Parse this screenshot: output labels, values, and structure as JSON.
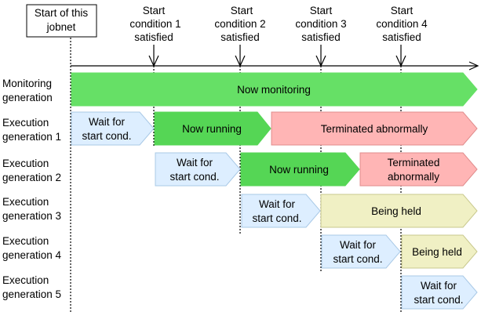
{
  "jobnet_start": {
    "line1": "Start of this",
    "line2": "jobnet"
  },
  "conditions": [
    {
      "line1": "Start",
      "line2": "condition 1",
      "line3": "satisfied"
    },
    {
      "line1": "Start",
      "line2": "condition 2",
      "line3": "satisfied"
    },
    {
      "line1": "Start",
      "line2": "condition 3",
      "line3": "satisfied"
    },
    {
      "line1": "Start",
      "line2": "condition 4",
      "line3": "satisfied"
    }
  ],
  "rows": [
    {
      "line1": "Monitoring",
      "line2": "generation"
    },
    {
      "line1": "Execution",
      "line2": "generation 1"
    },
    {
      "line1": "Execution",
      "line2": "generation 2"
    },
    {
      "line1": "Execution",
      "line2": "generation 3"
    },
    {
      "line1": "Execution",
      "line2": "generation 4"
    },
    {
      "line1": "Execution",
      "line2": "generation 5"
    }
  ],
  "states": {
    "now_monitoring": "Now monitoring",
    "wait_line1": "Wait for",
    "wait_line2": "start cond.",
    "now_running": "Now running",
    "terminated_abnormally": "Terminated abnormally",
    "terminated_line1": "Terminated",
    "terminated_line2": "abnormally",
    "being_held": "Being held"
  },
  "colors": {
    "monitoring": "#66e066",
    "running": "#55d655",
    "wait": "#ddeeff",
    "wait_border": "#a9c9e6",
    "terminated": "#ffb5b5",
    "terminated_border": "#e08c8c",
    "held": "#f0f0c4",
    "held_border": "#c9c98e"
  }
}
